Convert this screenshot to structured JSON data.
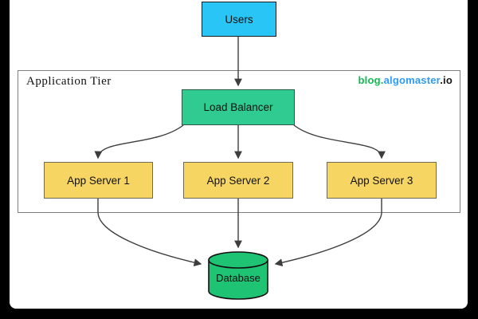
{
  "frame": {
    "background": "#000000",
    "card_background": "#ffffff"
  },
  "diagram": {
    "container": {
      "label": "Application Tier",
      "border_color": "#7f7f7f"
    },
    "watermark": {
      "blog": "blog.",
      "algomaster": "algomaster",
      "io": ".io",
      "blog_color": "#0fba4e",
      "algomaster_color": "#2f9bf2",
      "io_color": "#161616"
    },
    "nodes": {
      "users": {
        "label": "Users",
        "fill": "#29c5f6"
      },
      "load_balancer": {
        "label": "Load Balancer",
        "fill": "#30cb90"
      },
      "app_server_1": {
        "label": "App Server 1",
        "fill": "#f6d563"
      },
      "app_server_2": {
        "label": "App Server 2",
        "fill": "#f6d563"
      },
      "app_server_3": {
        "label": "App Server 3",
        "fill": "#f6d563"
      },
      "database": {
        "label": "Database",
        "fill": "#1fc374"
      }
    },
    "edges": [
      {
        "from": "users",
        "to": "load_balancer"
      },
      {
        "from": "load_balancer",
        "to": "app_server_1"
      },
      {
        "from": "load_balancer",
        "to": "app_server_2"
      },
      {
        "from": "load_balancer",
        "to": "app_server_3"
      },
      {
        "from": "app_server_1",
        "to": "database"
      },
      {
        "from": "app_server_2",
        "to": "database"
      },
      {
        "from": "app_server_3",
        "to": "database"
      }
    ],
    "edge_color": "#3d3d3d"
  }
}
